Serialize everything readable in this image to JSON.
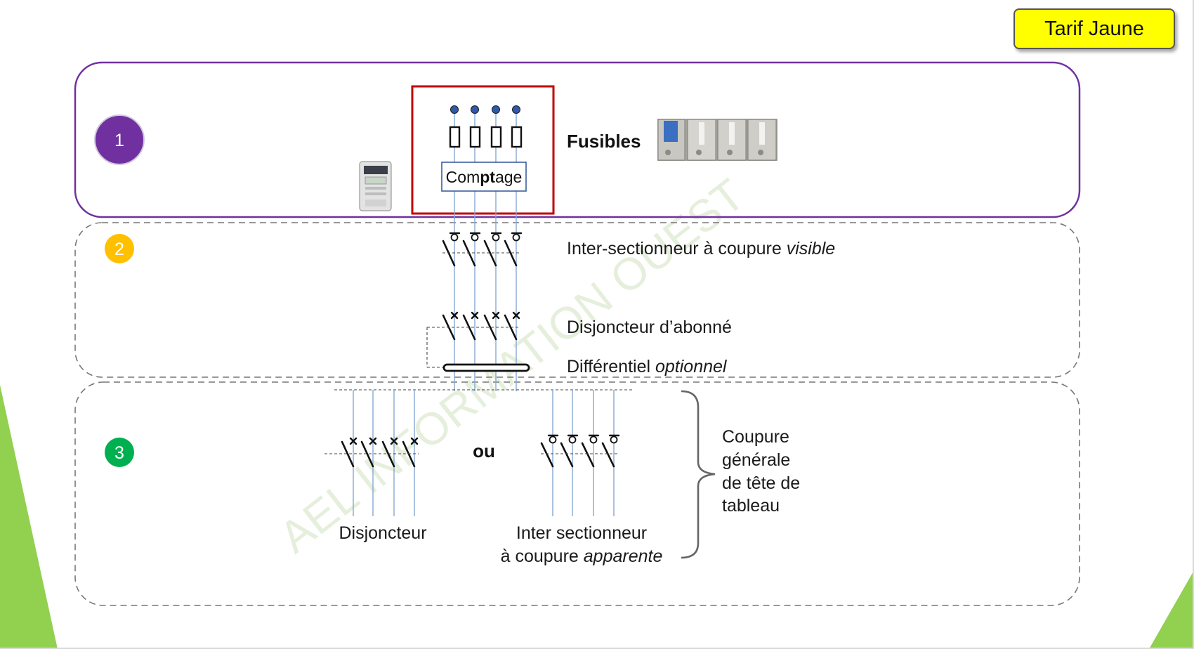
{
  "badge": {
    "label": "Tarif Jaune",
    "color": "#ffff00"
  },
  "sections": [
    {
      "number": "1",
      "color": "#7030a0",
      "border": "solid"
    },
    {
      "number": "2",
      "color": "#ffc000",
      "border": "dashed"
    },
    {
      "number": "3",
      "color": "#00b050",
      "border": "dashed"
    }
  ],
  "metering": {
    "label_prefix": "Com",
    "label_bold": "pt",
    "label_suffix": "age",
    "fuses_label": "Fusibles",
    "frame_color": "#c00000"
  },
  "section2": {
    "isolator": {
      "text": "Inter-sectionneur à coupure ",
      "italic": "visible"
    },
    "breaker": "Disjoncteur d’abonné",
    "differential": {
      "text": "Différentiel ",
      "italic": "optionnel"
    }
  },
  "section3": {
    "or_label": "ou",
    "breaker_label": "Disjoncteur",
    "isolator_line1": "Inter sectionneur",
    "isolator_line2_text": "à coupure ",
    "isolator_line2_italic": "apparente",
    "brace_lines": [
      "Coupure",
      "générale",
      "de tête de",
      "tableau"
    ]
  },
  "watermark": "AEL INFORMATION OUEST",
  "accent_green": "#92d050"
}
